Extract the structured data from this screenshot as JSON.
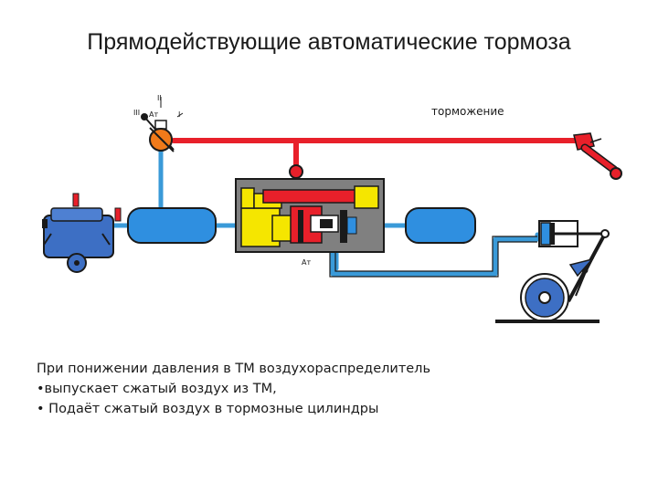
{
  "slide": {
    "title": "Прямодействующие автоматические тормоза"
  },
  "diagram": {
    "label_braking": "торможение",
    "valve_positions": [
      "III",
      "II",
      "I"
    ],
    "valve_label": "Ат",
    "distributor_label": "Ат"
  },
  "caption": {
    "line1": "При понижении давления в ТМ воздухораспределитель",
    "line2": "•выпускает сжатый воздух из ТМ,",
    "line3": "• Подаёт сжатый воздух в тормозные цилиндры"
  },
  "colors": {
    "brake_line": "#e8202a",
    "air_line": "#3a9ad8",
    "reservoir": "#2f8fe0",
    "valve_body": "#808080",
    "yellow_chamber": "#f5e600",
    "compressor": "#3d6fc4",
    "dark_outline": "#1a1a1a"
  }
}
